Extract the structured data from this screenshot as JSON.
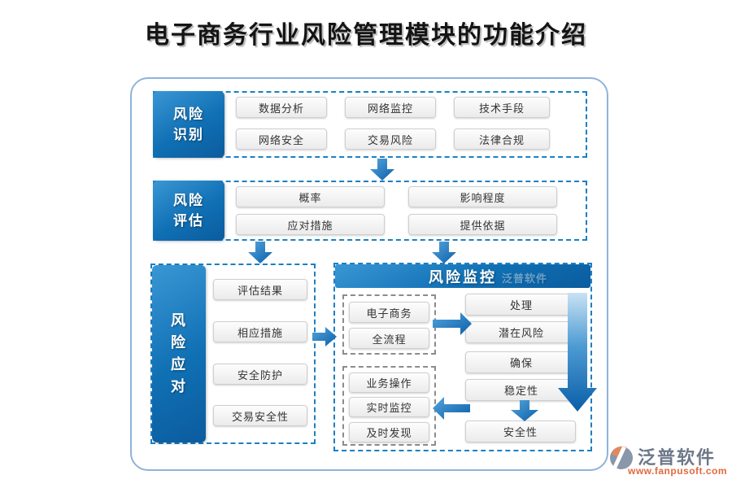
{
  "title": "电子商务行业风险管理模块的功能介绍",
  "identification": {
    "label_lines": [
      "风险",
      "识别"
    ],
    "items": [
      "数据分析",
      "网络监控",
      "技术手段",
      "网络安全",
      "交易风险",
      "法律合规"
    ]
  },
  "assessment": {
    "label_lines": [
      "风险",
      "评估"
    ],
    "items": [
      "概率",
      "影响程度",
      "应对措施",
      "提供依据"
    ]
  },
  "response": {
    "label_lines": [
      "风",
      "险",
      "应",
      "对"
    ],
    "items": [
      "评估结果",
      "相应措施",
      "安全防护",
      "交易安全性"
    ]
  },
  "monitoring": {
    "title": "风险监控",
    "watermark": "泛普软件",
    "scope_items": [
      "电子商务",
      "全流程"
    ],
    "process_items": [
      "业务操作",
      "实时监控",
      "及时发现"
    ],
    "result_items": [
      "处理",
      "潜在风险",
      "确保",
      "稳定性",
      "安全性"
    ]
  },
  "footer": {
    "brand": "泛普软件",
    "url": "www.fanpusoft.com"
  },
  "colors": {
    "accent_blue": "#1070b4",
    "dashed_blue": "#1b7fc4",
    "gray_dash": "#8c8c8c",
    "brand_gray": "#6e7889",
    "brand_orange": "#e06a3f"
  }
}
